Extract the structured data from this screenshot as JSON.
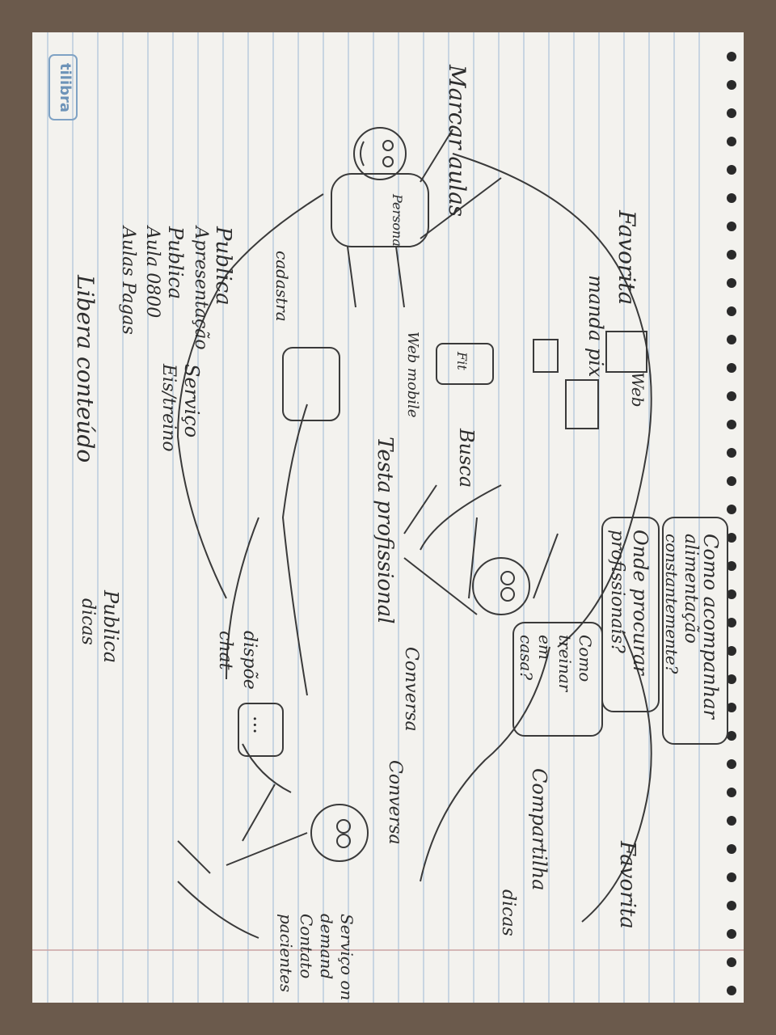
{
  "brand": "tilibra",
  "sketch": {
    "nodes": {
      "persona": "Persona",
      "favorita_manda_pix": [
        "Favorita",
        "manda pix"
      ],
      "marcar_aulas": "Marcar aulas",
      "cadastro": "cadastra",
      "personal_items": [
        "Publica",
        "Apresentação",
        "Publica",
        "Aula 0800",
        "Aulas Pagas"
      ],
      "app_items": [
        "Serviço",
        "Eis/treino"
      ],
      "libera_conteudo": "Libera conteúdo",
      "web": "Web",
      "web_mobile": "Web mobile",
      "phone_app": "Fit",
      "busca": "Busca",
      "testa_profissional": "Testa profissional",
      "questions": [
        [
          "Como acompanhar",
          "alimentação",
          "constantemente?"
        ],
        [
          "Onde procurar",
          "profissionais?"
        ],
        [
          "Como",
          "treinar",
          "em",
          "casa?"
        ]
      ],
      "conversa_1": "Conversa",
      "dispoe_chat": [
        "dispõe",
        "chat"
      ],
      "publica_dicas": [
        "Publica",
        "dicas"
      ],
      "chat_bubble": "...",
      "conversa_2": "Conversa",
      "favorita": "Favorita",
      "compartilha_dicas": [
        "Compartilha",
        "dicas"
      ],
      "persona2_items": [
        "Serviço on",
        "demand",
        "Contato",
        "pacientes"
      ]
    }
  },
  "colors": {
    "paper": "#f3f2ee",
    "rule_line": "#9cb8d4",
    "ink": "#2d2d2d",
    "margin": "#c9a3a3"
  }
}
